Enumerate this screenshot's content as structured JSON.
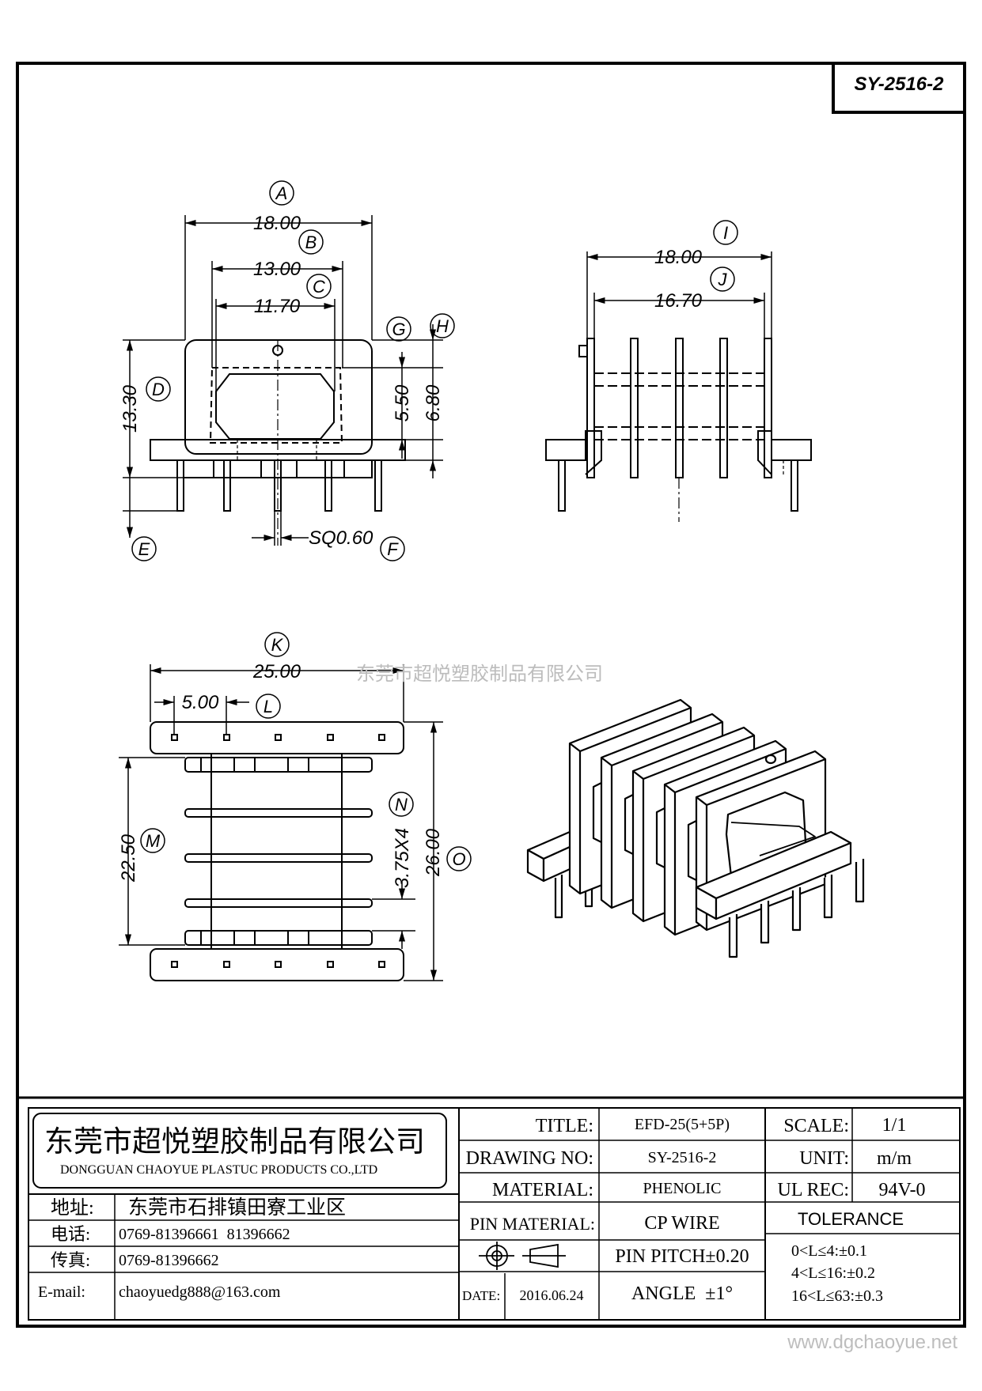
{
  "drawing_code": "SY-2516-2",
  "watermark_company": "东莞市超悦塑胶制品有限公司",
  "footer_url": "www.dgchaoyue.net",
  "front_view": {
    "dim_a": {
      "letter": "A",
      "value": "18.00"
    },
    "dim_b": {
      "letter": "B",
      "value": "13.00"
    },
    "dim_c": {
      "letter": "C",
      "value": "11.70"
    },
    "dim_d": {
      "letter": "D",
      "value": "13.30"
    },
    "dim_e": {
      "letter": "E"
    },
    "dim_f": {
      "letter": "F",
      "value": "SQ0.60"
    },
    "dim_g": {
      "letter": "G",
      "value": "5.50"
    },
    "dim_h": {
      "letter": "H",
      "value": "6.80"
    }
  },
  "side_view": {
    "dim_i": {
      "letter": "I",
      "value": "18.00"
    },
    "dim_j": {
      "letter": "J",
      "value": "16.70"
    }
  },
  "bottom_view": {
    "dim_k": {
      "letter": "K",
      "value": "25.00"
    },
    "dim_l": {
      "letter": "L",
      "value": "5.00"
    },
    "dim_m": {
      "letter": "M",
      "value": "22.50"
    },
    "dim_n": {
      "letter": "N",
      "value": "3.75X4"
    },
    "dim_o": {
      "letter": "O",
      "value": "26.00"
    }
  },
  "title_block": {
    "company_cn": "东莞市超悦塑胶制品有限公司",
    "company_en": "DONGGUAN CHAOYUE PLASTUC PRODUCTS CO.,LTD",
    "address_label": "地址:",
    "address": "东莞市石排镇田寮工业区",
    "phone_label": "电话:",
    "phone": "0769-81396661  81396662",
    "fax_label": "传真:",
    "fax": "0769-81396662",
    "email_label": "E-mail:",
    "email": "chaoyuedg888@163.com",
    "title_label": "TITLE:",
    "title_value": "EFD-25(5+5P)",
    "drawing_no_label": "DRAWING NO:",
    "drawing_no_value": "SY-2516-2",
    "material_label": "MATERIAL:",
    "material_value": "PHENOLIC",
    "pin_material_label": "PIN MATERIAL:",
    "pin_material_value": "CP WIRE",
    "pin_pitch": "PIN PITCH±0.20",
    "date_label": "DATE:",
    "date_value": "2016.06.24",
    "angle": "ANGLE  ±1°",
    "scale_label": "SCALE:",
    "scale_value": "1/1",
    "unit_label": "UNIT:",
    "unit_value": "m/m",
    "ul_rec_label": "UL REC:",
    "ul_rec_value": "94V-0",
    "tolerance_label": "TOLERANCE",
    "tolerance_rows": [
      "0<L≤4:±0.1",
      "4<L≤16:±0.2",
      "16<L≤63:±0.3"
    ]
  }
}
